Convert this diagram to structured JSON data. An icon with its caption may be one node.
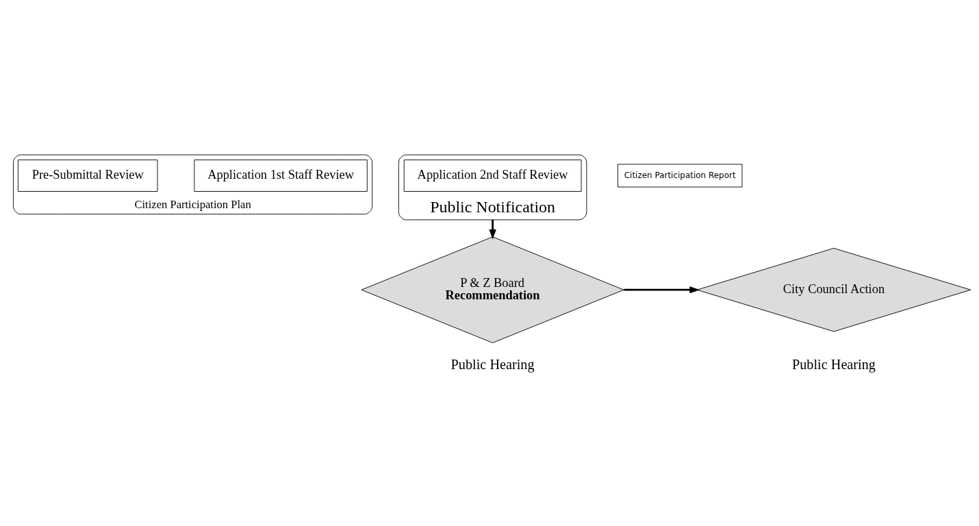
{
  "diagram": {
    "nodes": [
      {
        "text": [
          "Citizen Participation Plan"
        ]
      },
      {
        "text": [
          "Pre-Submittal Review"
        ],
        "in": 0
      },
      {
        "text": [
          "Application 1st Staff Review"
        ],
        "in": 0
      },
      {
        "text": [
          "Public Notification"
        ]
      },
      {
        "text": [
          "Application 2nd Staff Review"
        ],
        "in": 3
      },
      {
        "text": [
          "Citizen Participation Report"
        ]
      },
      {
        "text": [
          "P & Z Board",
          "Recommendation"
        ],
        "beside": [
          "Public Hearing"
        ]
      },
      {
        "text": [
          "City Council Action"
        ],
        "beside": [
          "Public Hearing"
        ]
      }
    ],
    "edges": [
      {
        "from": 3,
        "to": 6,
        "arrow": "to"
      },
      {
        "from": 6,
        "to": 7,
        "arrow": "to"
      }
    ]
  }
}
